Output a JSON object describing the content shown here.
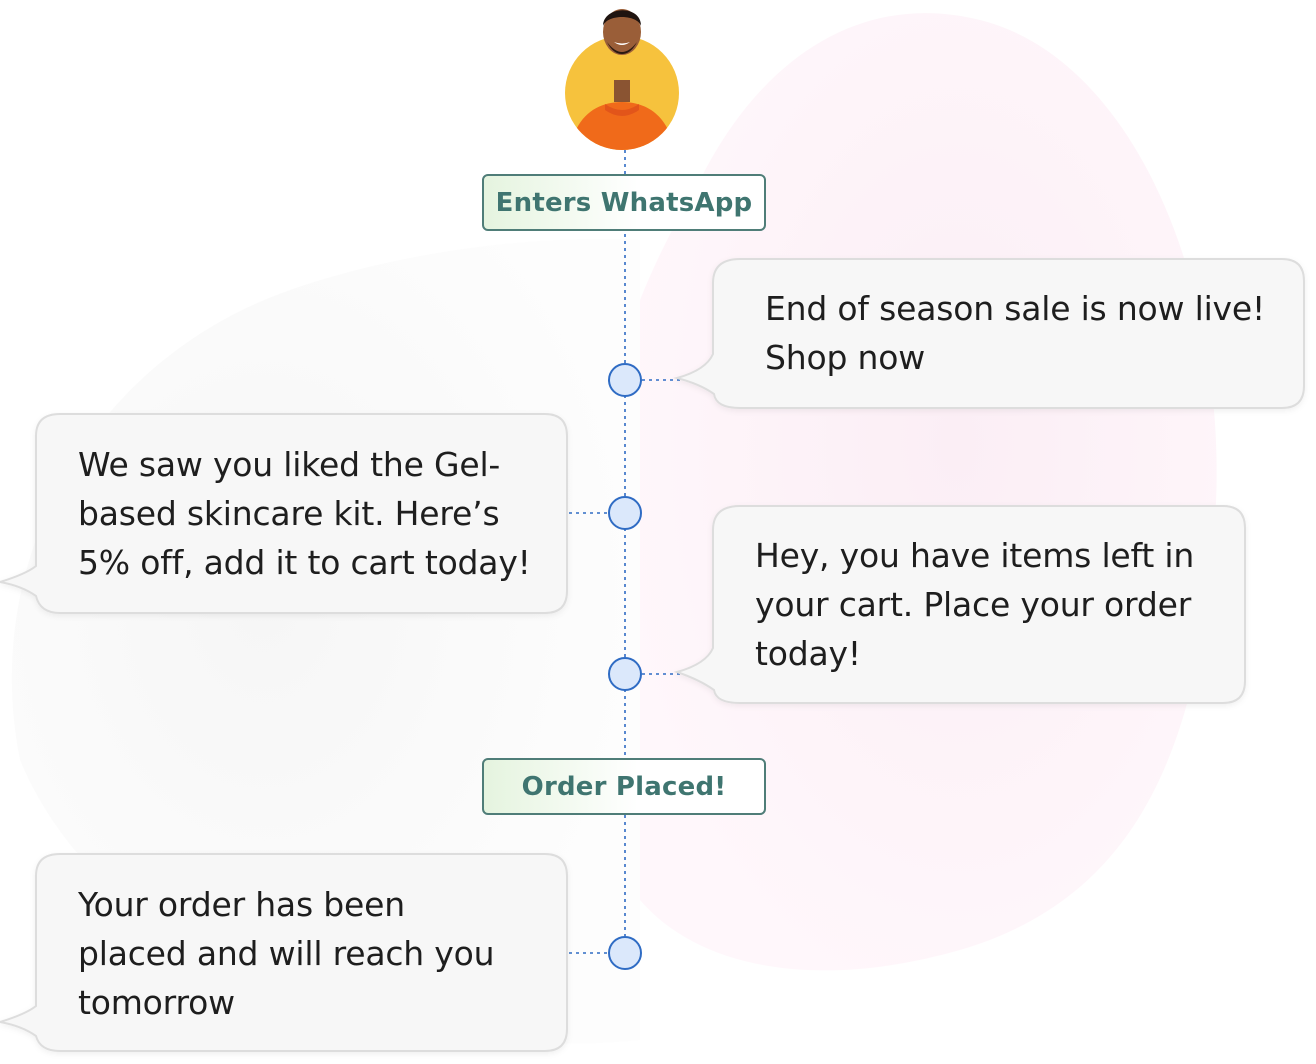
{
  "journey": {
    "avatar_icon": "customer-avatar-icon",
    "start_label": "Enters WhatsApp",
    "end_label": "Order Placed!",
    "messages": {
      "sale": "End of season sale is now live! Shop now",
      "skincare": "We saw you liked the Gel-based skincare kit. Here’s 5% off, add it to cart today!",
      "cart": "Hey, you have items left in your cart. Place your order today!",
      "order": "Your order has been placed and will reach you tomorrow"
    }
  },
  "colors": {
    "accent_green": "#3f7570",
    "node_blue": "#2f6cc4",
    "node_fill": "#dbe8fb",
    "bubble_border": "#e0e0e0",
    "blob_pink": "#fdf2f7"
  }
}
